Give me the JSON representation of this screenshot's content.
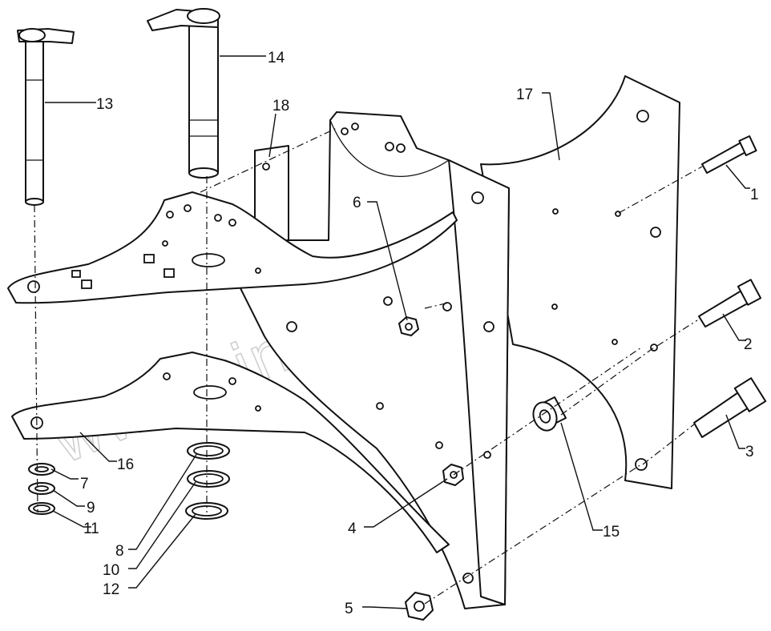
{
  "watermark": "www.sinhron-too.kz",
  "callouts": {
    "c1": "1",
    "c2": "2",
    "c3": "3",
    "c4": "4",
    "c5": "5",
    "c6": "6",
    "c7": "7",
    "c8": "8",
    "c9": "9",
    "c10": "10",
    "c11": "11",
    "c12": "12",
    "c13": "13",
    "c14": "14",
    "c15": "15",
    "c16": "16",
    "c17": "17",
    "c18": "18"
  }
}
